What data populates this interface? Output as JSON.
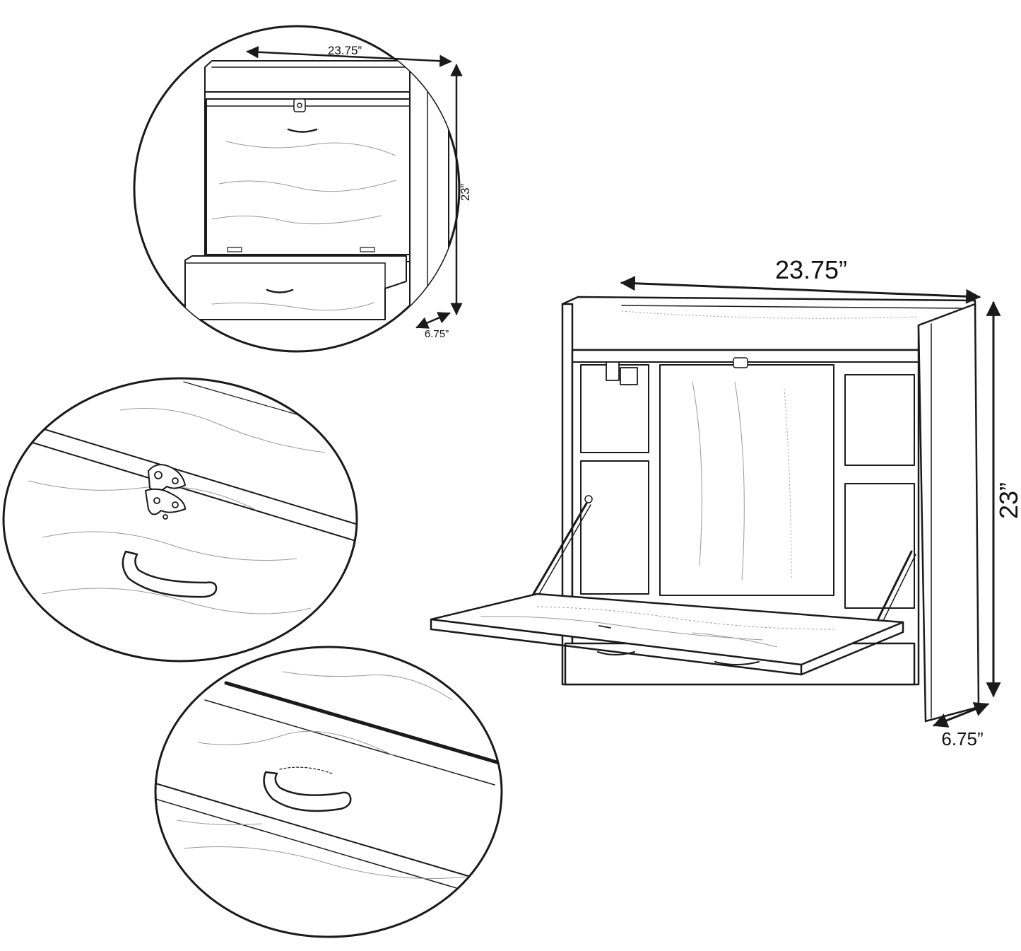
{
  "detail_top": {
    "width_label": "23.75”",
    "height_label": "23”",
    "depth_label": "6.75”"
  },
  "main": {
    "width_label": "23.75”",
    "height_label": "23”",
    "depth_label": "6.75”"
  },
  "colors": {
    "line": "#1a1a1a",
    "background": "#ffffff"
  }
}
